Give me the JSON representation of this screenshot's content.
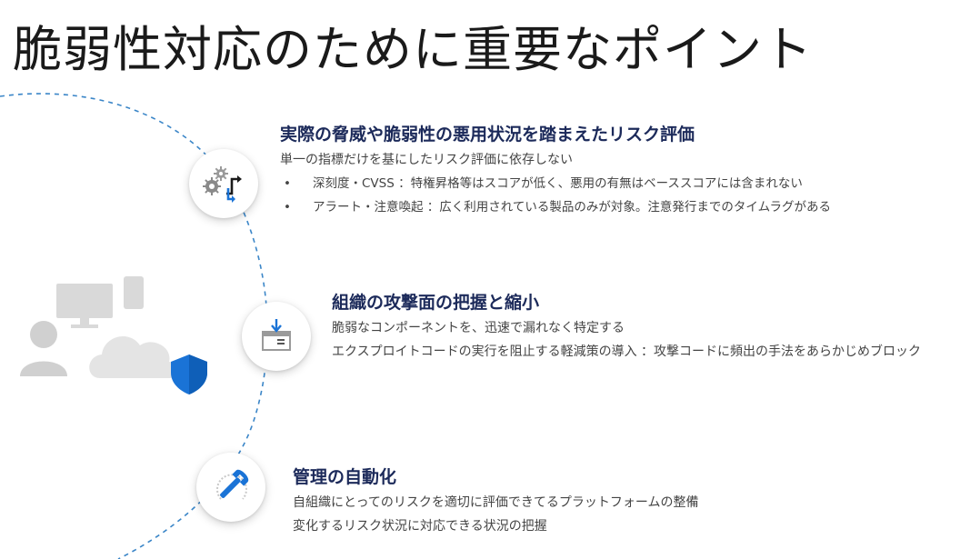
{
  "slide": {
    "title": "脆弱性対応のために重要なポイント"
  },
  "points": [
    {
      "heading": "実際の脅威や脆弱性の悪用状況を踏まえたリスク評価",
      "subtitle": "単一の指標だけを基にしたリスク評価に依存しない",
      "bullets": [
        "深刻度・CVSS ：特権昇格等はスコアが低く、悪用の有無はベーススコアには含まれない",
        "アラート・注意喚起 ：広く利用されている製品のみが対象。注意発行までのタイムラグがある"
      ],
      "bullet_symbol": "•",
      "icon": "gears-arrows-icon"
    },
    {
      "heading": "組織の攻撃面の把握と縮小",
      "lines": [
        "脆弱なコンポーネントを、迅速で漏れなく特定する",
        "エクスプロイトコードの実行を阻止する軽減策の導入 ：攻撃コードに頻出の手法をあらかじめブロック"
      ],
      "icon": "download-box-icon"
    },
    {
      "heading": "管理の自動化",
      "lines": [
        "自組織にとってのリスクを適切に評価できてるプラットフォームの整備",
        "変化するリスク状況に対応できる状況の把握"
      ],
      "icon": "wrench-gauge-icon"
    }
  ],
  "colors": {
    "accent_blue": "#1a73d6",
    "heading_navy": "#1c2a5a",
    "body_gray": "#444444",
    "illustration_gray": "#d9d9d9",
    "arc_blue": "#3b86c8"
  }
}
